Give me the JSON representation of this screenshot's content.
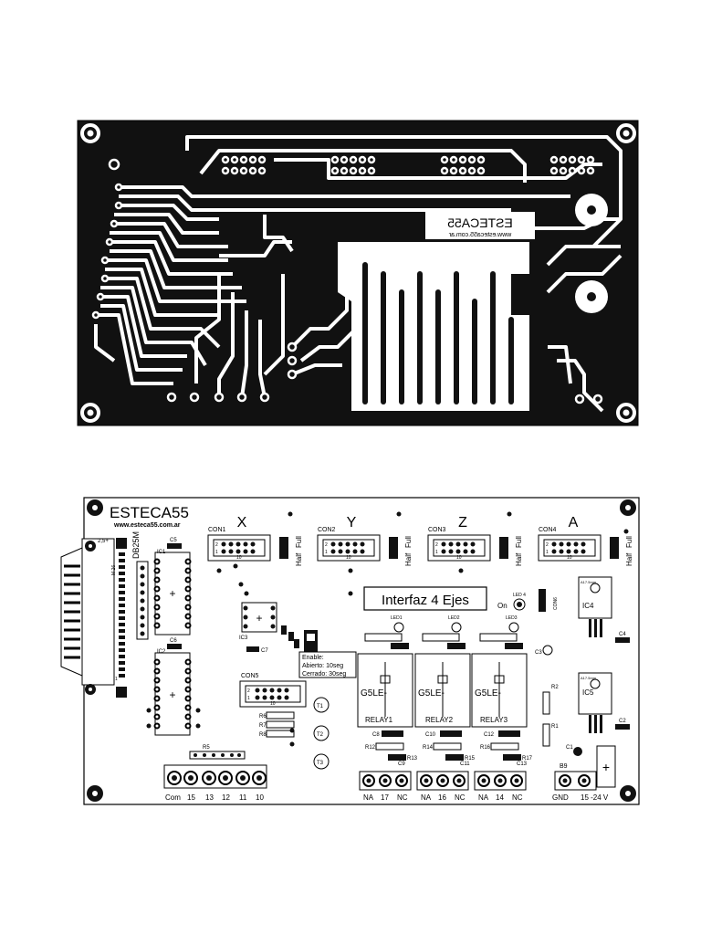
{
  "pcb_copper": {
    "brand": "ESTECA55",
    "website": "www.esteca55.com.ar"
  },
  "silkscreen": {
    "brand": "ESTECA55",
    "website": "www.esteca55.com.ar",
    "connector_db": "DB25M",
    "db_pin_top": "2,5+",
    "db_pin_mid": "M 26",
    "db_pin_bottom": "1",
    "axes": [
      {
        "axis": "X",
        "con": "CON1",
        "half": "Half",
        "full": "Full"
      },
      {
        "axis": "Y",
        "con": "CON2",
        "half": "Half",
        "full": "Full"
      },
      {
        "axis": "Z",
        "con": "CON3",
        "half": "Half",
        "full": "Full"
      },
      {
        "axis": "A",
        "con": "CON4",
        "half": "Half",
        "full": "Full"
      }
    ],
    "idc_pin_labels": [
      "2",
      "1",
      "10"
    ],
    "title_box": "Interfaz 4 Ejes",
    "on_label": "On",
    "led4": "LED 4",
    "con6": "CON6",
    "ic_labels": [
      "IC1",
      "IC2",
      "IC3",
      "IC4",
      "IC5"
    ],
    "cap_labels": [
      "C5",
      "C6",
      "C7",
      "C4",
      "C2",
      "C3",
      "C1",
      "C8",
      "C9",
      "C10",
      "C11",
      "C12",
      "C13"
    ],
    "led_labels": [
      "LED1",
      "LED2",
      "LED3"
    ],
    "res_top_labels": [
      "R2",
      "R1"
    ],
    "relay_labels": [
      "RELAY1",
      "RELAY2",
      "RELAY3"
    ],
    "relay_model": "G5LE-",
    "con5": "CON5",
    "enable_lines": [
      "Enable:",
      "Abierto: 10seg",
      "Cerrado: 30seg"
    ],
    "r_small": [
      "R6",
      "R7",
      "R8"
    ],
    "r5": "R5",
    "b9": "B9",
    "transistors": [
      "T1",
      "T2",
      "T3"
    ],
    "relay_resistors": [
      "R12",
      "R13",
      "R14",
      "R15",
      "R16",
      "R17"
    ],
    "regulator_heatsink": "A17.5mm",
    "bottom_left_terminals": [
      "Com",
      "15",
      "13",
      "12",
      "11",
      "10"
    ],
    "relay_terminals": [
      [
        "NA",
        "17",
        "NC"
      ],
      [
        "NA",
        "16",
        "NC"
      ],
      [
        "NA",
        "14",
        "NC"
      ]
    ],
    "power_terminals": [
      "GND",
      "15 -24 V"
    ]
  },
  "colors": {
    "copper_bg": "#111111",
    "copper_trace": "#ffffff",
    "silk": "#000000",
    "board": "#ffffff"
  }
}
